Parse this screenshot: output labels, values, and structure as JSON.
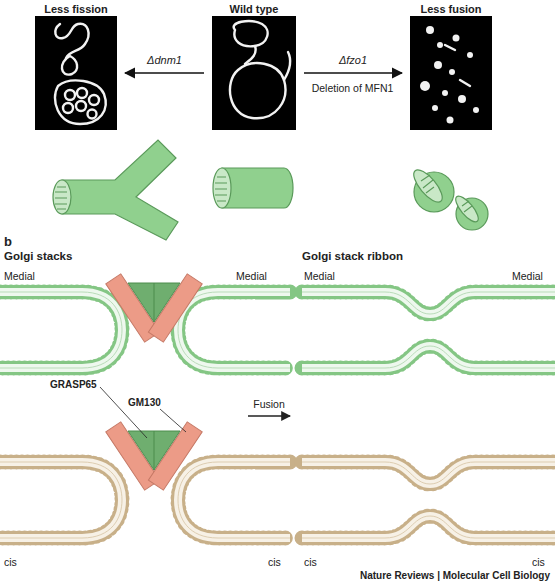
{
  "diagram": {
    "nodes": [
      {
        "text": [
          "Less fission"
        ]
      },
      {
        "text": [
          "Wild type"
        ]
      },
      {
        "text": [
          "Less fusion"
        ]
      }
    ],
    "edges": [
      {
        "from": 1,
        "to": 0,
        "arrow": "to",
        "label": "Δdnm1"
      },
      {
        "from": 1,
        "to": 2,
        "arrow": "to",
        "label": "Δfzo1"
      }
    ],
    "labels": [
      "Deletion of MFN1",
      "b",
      "Golgi stacks",
      "Golgi stack ribbon",
      "Medial",
      "Medial",
      "Medial",
      "Medial",
      "GRASP65",
      "GM130",
      "Fusion",
      "cis",
      "cis",
      "cis",
      "cis",
      "Nature Reviews | Molecular Cell Biology"
    ]
  }
}
